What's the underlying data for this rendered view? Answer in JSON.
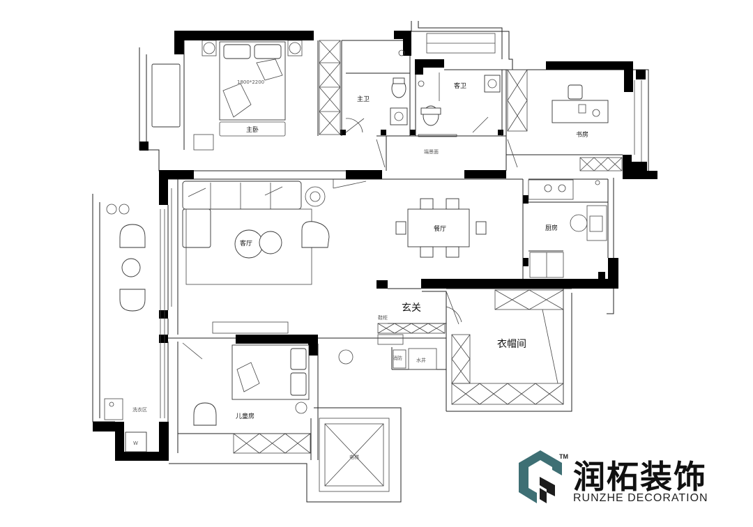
{
  "rooms": {
    "master_bedroom": "主卧",
    "bed_size": "1800*2200",
    "master_bath": "主卫",
    "guest_bath": "客卫",
    "study": "书房",
    "view_wall": "端景面",
    "living_room": "客厅",
    "dining_room": "餐厅",
    "kitchen": "厨房",
    "foyer": "玄关",
    "shoe_cabinet": "鞋柜",
    "cloakroom": "衣帽间",
    "fire": "消防",
    "water_shaft": "水井",
    "children_room": "儿童房",
    "laundry": "洗衣区",
    "elevator": "电梯",
    "washer_mark": "W"
  },
  "logo": {
    "name_cn": "润柘装饰",
    "name_en": "RUNZHE DECORATION",
    "tm": "TM",
    "color_teal": "#3e6f74",
    "color_dark": "#1c1c1c"
  }
}
